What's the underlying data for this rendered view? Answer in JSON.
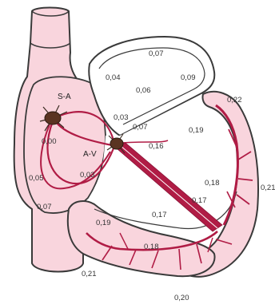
{
  "colors": {
    "chamber_fill": "#f9d5dd",
    "outline": "#3a3a3a",
    "conduction": "#b01c45",
    "node": "#5a3422",
    "background": "#ffffff"
  },
  "nodes": {
    "sa": "S-A",
    "av": "A-V"
  },
  "times": {
    "t_sa": "0,00",
    "t_atrium_left": "0,05",
    "t_atrium_bottom": "0,07",
    "t_atrial_path": "0,03",
    "t_la_top": "0,07",
    "t_la_left": "0,04",
    "t_la_center": "0,06",
    "t_la_right": "0,09",
    "t_av_top": "0,03",
    "t_av_right": "0,07",
    "t_bundle": "0,16",
    "t_lv_upper": "0,19",
    "t_apex_top_right": "0,22",
    "t_lv_mid": "0,18",
    "t_lv_right_edge": "0,21",
    "t_branch": "0,17",
    "t_rv": "0,17",
    "t_rv_left": "0,19",
    "t_rv_bottom": "0,18",
    "t_bottom_left": "0,21",
    "t_apex_bottom": "0,20"
  }
}
